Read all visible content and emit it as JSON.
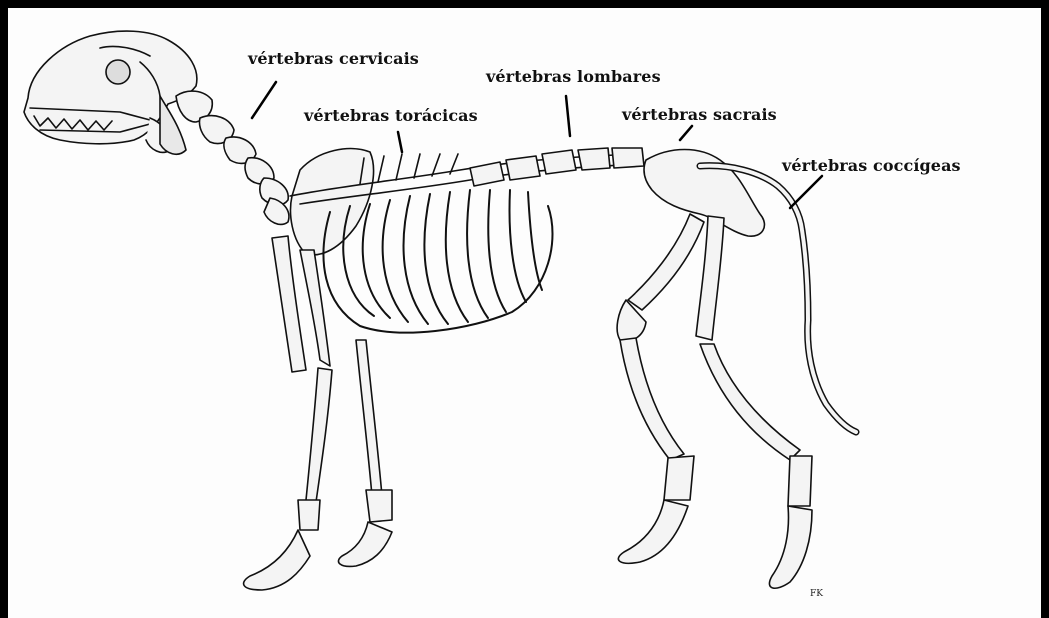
{
  "figure": {
    "labels": {
      "cervicais": "vértebras cervicais",
      "toracicas": "vértebras torácicas",
      "lombares": "vértebras lombares",
      "sacrais": "vértebras sacrais",
      "coccigeas": "vértebras coccígeas"
    },
    "signature": "FK",
    "colors": {
      "ink": "#000000",
      "paper": "#ffffff",
      "bone": "#f2f2f2"
    },
    "subject": "dog-skeleton"
  }
}
